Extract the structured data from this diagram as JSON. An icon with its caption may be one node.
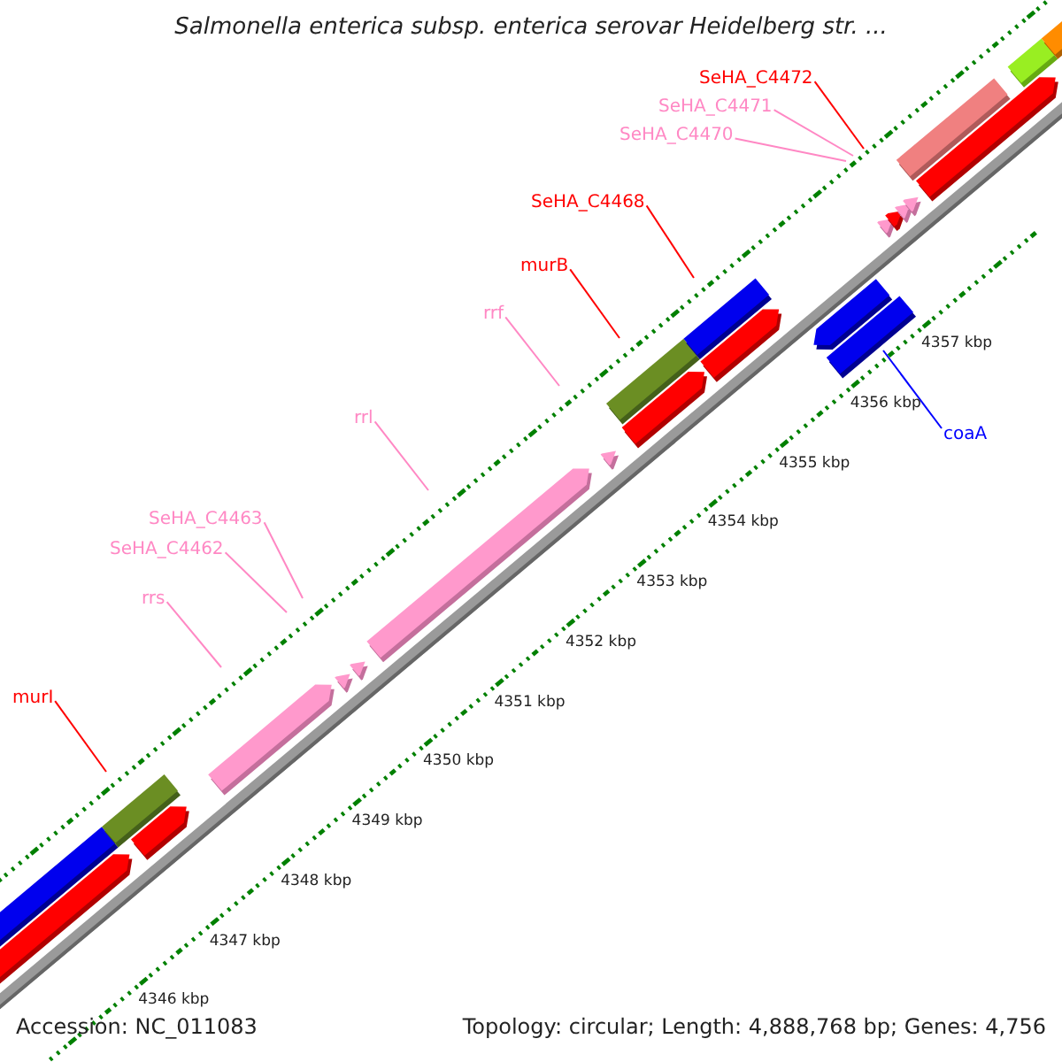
{
  "diagram": {
    "title": "Salmonella enterica subsp. enterica serovar Heidelberg str. ...",
    "nodes": [
      {
        "text": [
          "SeHA_C4472"
        ]
      },
      {
        "text": [
          "SeHA_C4471"
        ]
      },
      {
        "text": [
          "SeHA_C4470"
        ]
      },
      {
        "text": [
          "SeHA_C4468"
        ]
      },
      {
        "text": [
          "murB"
        ]
      },
      {
        "text": [
          "rrf"
        ]
      },
      {
        "text": [
          "rrl"
        ]
      },
      {
        "text": [
          "coaA"
        ]
      },
      {
        "text": [
          "SeHA_C4463"
        ]
      },
      {
        "text": [
          "SeHA_C4462"
        ]
      },
      {
        "text": [
          "rrs"
        ]
      },
      {
        "text": [
          "murI"
        ]
      }
    ],
    "edges": [
      {
        "from": 0,
        "to": null,
        "arrow": "none",
        "color": "#ff0000"
      },
      {
        "from": 1,
        "to": null,
        "arrow": "none"
      },
      {
        "from": 2,
        "to": null,
        "arrow": "none"
      },
      {
        "from": 3,
        "to": null,
        "arrow": "none",
        "color": "#ff0000"
      },
      {
        "from": 4,
        "to": null,
        "arrow": "none",
        "color": "#ff0000"
      },
      {
        "from": 5,
        "to": null,
        "arrow": "none"
      },
      {
        "from": 6,
        "to": null,
        "arrow": "none"
      },
      {
        "from": 7,
        "to": null,
        "arrow": "none",
        "color": "#0000ff"
      },
      {
        "from": 8,
        "to": null,
        "arrow": "none"
      },
      {
        "from": 9,
        "to": null,
        "arrow": "none"
      },
      {
        "from": 10,
        "to": null,
        "arrow": "none"
      },
      {
        "from": 11,
        "to": null,
        "arrow": "none",
        "color": "#ff0000"
      }
    ],
    "labels": [
      "4357 kbp",
      "4356 kbp",
      "4355 kbp",
      "4354 kbp",
      "4353 kbp",
      "4352 kbp",
      "4351 kbp",
      "4350 kbp",
      "4349 kbp",
      "4348 kbp",
      "4347 kbp",
      "4346 kbp",
      "Accession: NC_011083",
      "Topology: circular; Length: 4,888,768 bp; Genes: 4,756"
    ]
  }
}
